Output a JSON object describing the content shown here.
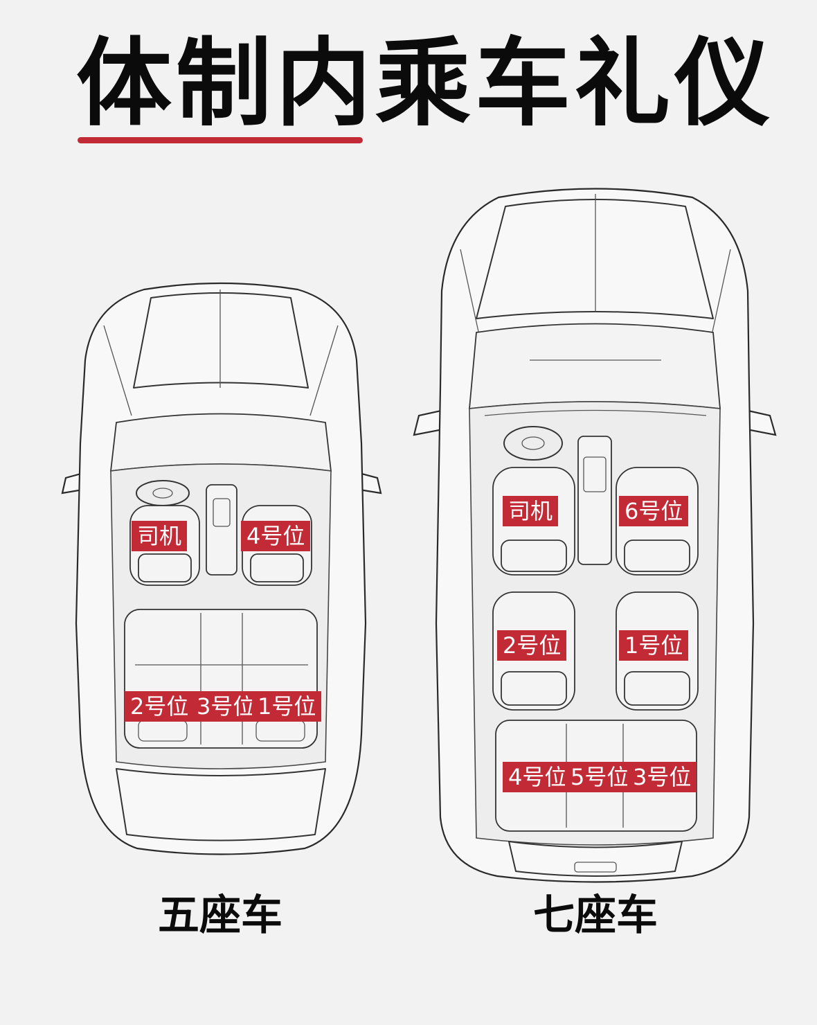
{
  "title": "体制内乘车礼仪",
  "accent_color": "#c22a36",
  "five_seater": {
    "caption": "五座车",
    "seats": {
      "driver": "司机",
      "front_passenger": "4号位",
      "rear_left": "2号位",
      "rear_middle": "3号位",
      "rear_right": "1号位"
    }
  },
  "seven_seater": {
    "caption": "七座车",
    "seats": {
      "driver": "司机",
      "front_passenger": "6号位",
      "middle_left": "2号位",
      "middle_right": "1号位",
      "rear_left": "4号位",
      "rear_middle": "5号位",
      "rear_right": "3号位"
    }
  }
}
